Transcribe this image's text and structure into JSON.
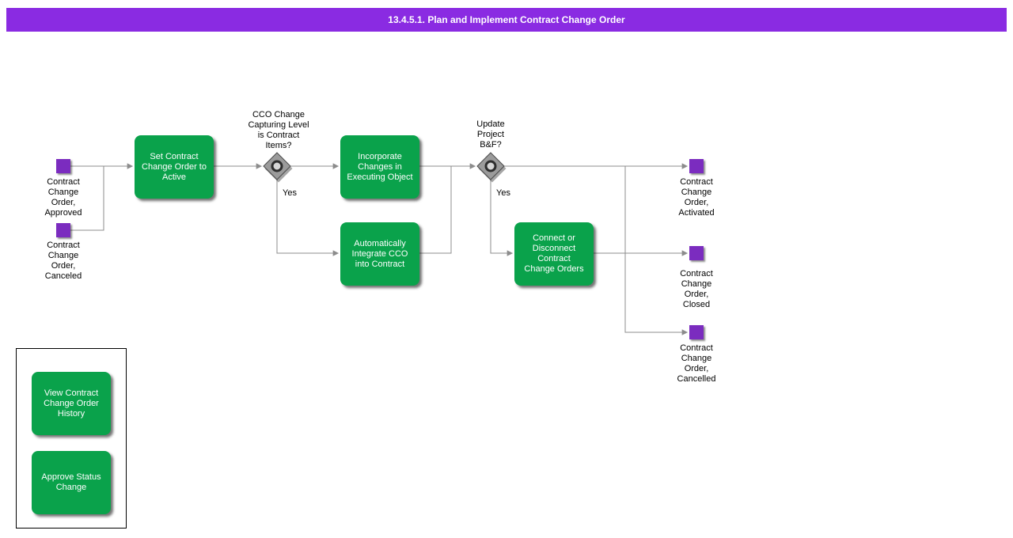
{
  "header": {
    "title": "13.4.5.1. Plan and Implement Contract Change Order"
  },
  "colors": {
    "header_bg": "#8a2be2",
    "task_green": "#0aa24b",
    "event_purple": "#7b2cbf",
    "connector_gray": "#8c8c8c"
  },
  "tasks": {
    "set_active": {
      "label": "Set Contract\nChange Order to\nActive"
    },
    "incorporate": {
      "label": "Incorporate\nChanges in\nExecuting Object"
    },
    "auto_integrate": {
      "label": "Automatically\nIntegrate CCO\ninto Contract"
    },
    "connect_disconnect": {
      "label": "Connect or\nDisconnect\nContract\nChange Orders"
    }
  },
  "gateways": {
    "cco_level": {
      "question": "CCO Change\nCapturing Level\nis Contract\nItems?",
      "yes_label": "Yes"
    },
    "update_project": {
      "question": "Update\nProject\nB&F?",
      "yes_label": "Yes"
    }
  },
  "events": {
    "approved": {
      "label": "Contract\nChange\nOrder,\nApproved"
    },
    "canceled": {
      "label": "Contract\nChange\nOrder,\nCanceled"
    },
    "activated": {
      "label": "Contract\nChange\nOrder,\nActivated"
    },
    "closed": {
      "label": "Contract\nChange\nOrder,\nClosed"
    },
    "cancelled": {
      "label": "Contract\nChange\nOrder,\nCancelled"
    }
  },
  "legend": {
    "view_history": {
      "label": "View Contract\nChange Order\nHistory"
    },
    "approve_status": {
      "label": "Approve Status\nChange"
    }
  }
}
